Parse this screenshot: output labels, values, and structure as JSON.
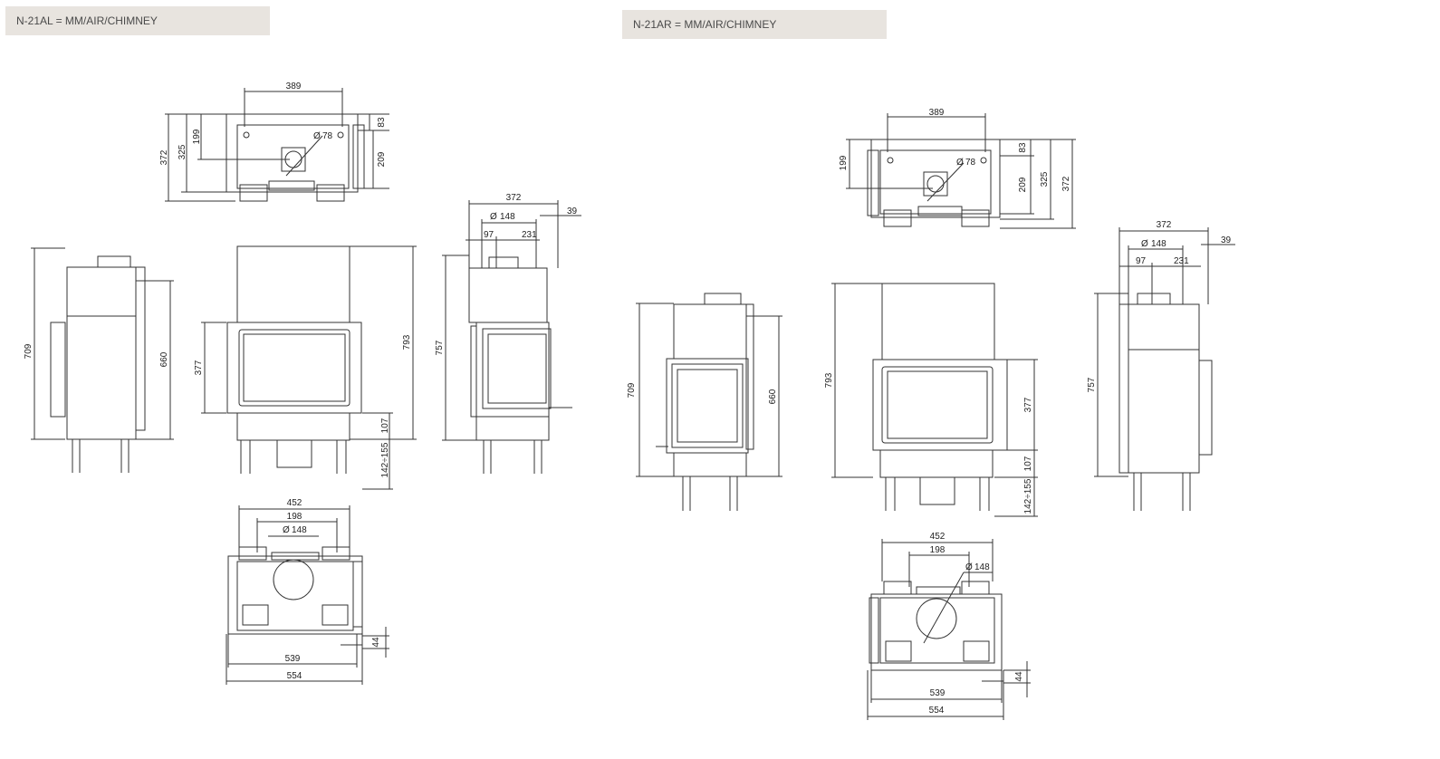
{
  "panels": {
    "left": {
      "title": "N-21AL = MM/AIR/CHIMNEY"
    },
    "right": {
      "title": "N-21AR = MM/AIR/CHIMNEY"
    }
  },
  "dimensions": {
    "top_width": "389",
    "top_depth_overall": "372",
    "top_depth_325": "325",
    "top_depth_199": "199",
    "top_flue_offset": "83",
    "top_flue_depth": "209",
    "flue_diameter_small": "78",
    "side_height_total": "709",
    "side_height_body": "660",
    "front_height_total": "793",
    "front_glass_height": "377",
    "front_bottom": "107",
    "leg_range": "142÷155",
    "side2_width": "372",
    "side2_flue": "148",
    "side2_offset": "39",
    "side2_97": "97",
    "side2_231": "231",
    "side2_height": "757",
    "plan_width": "452",
    "plan_198": "198",
    "plan_flue": "148",
    "plan_539": "539",
    "plan_554": "554",
    "plan_44": "44"
  },
  "symbols": {
    "diameter": "Ø"
  },
  "colors": {
    "line": "#333333",
    "banner": "#e8e4df",
    "text": "#222222"
  }
}
